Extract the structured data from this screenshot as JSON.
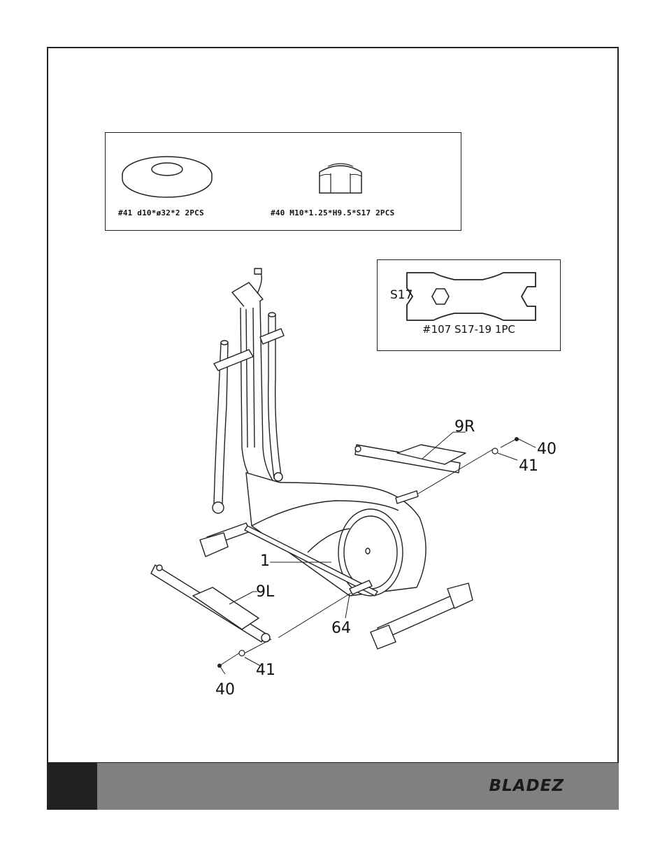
{
  "hardware": {
    "washer_caption": "#41 d10*ø32*2 2PCS",
    "nut_caption": "#40 M10*1.25*H9.5*S17 2PCS"
  },
  "tool": {
    "size_label": "S17",
    "caption": "#107  S17-19  1PC"
  },
  "callouts": {
    "pedal_right": "9R",
    "pedal_left": "9L",
    "frame": "1",
    "axle": "64",
    "nut_right": "40",
    "washer_right": "41",
    "nut_left": "40",
    "washer_left": "41"
  },
  "footer": {
    "brand": "BLADEZ"
  }
}
